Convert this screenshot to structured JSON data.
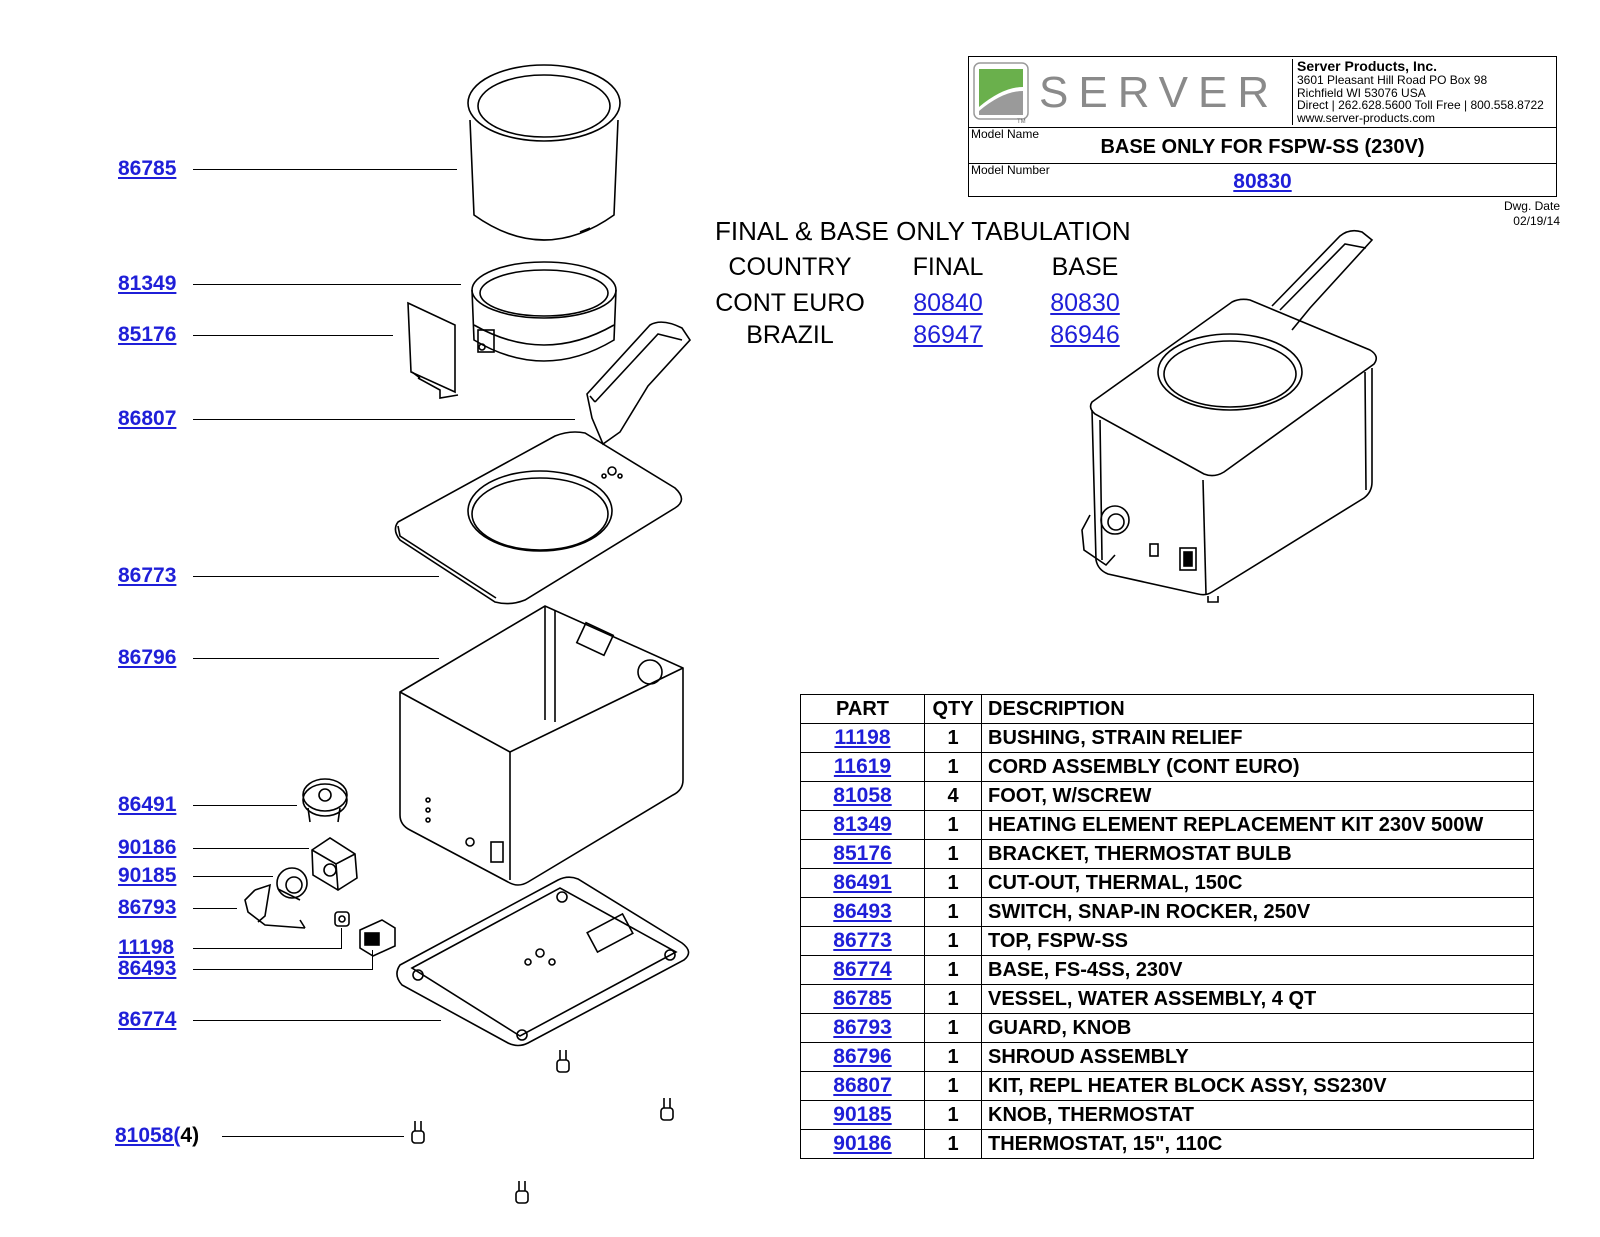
{
  "company": {
    "logo_text": "SERVER",
    "tm": "TM",
    "name": "Server Products, Inc.",
    "address1": "3601 Pleasant Hill Road PO Box 98",
    "address2": "Richfield WI 53076 USA",
    "phone": "Direct | 262.628.5600  Toll Free | 800.558.8722",
    "web": "www.server-products.com",
    "brand_green": "#6ab04c",
    "brand_gray": "#9a9a9a"
  },
  "model": {
    "name_label": "Model Name",
    "name": "BASE ONLY FOR FSPW-SS (230V)",
    "number_label": "Model Number",
    "number": "80830"
  },
  "dwg": {
    "label": "Dwg. Date",
    "date": "02/19/14"
  },
  "tabulation": {
    "title": "FINAL & BASE ONLY TABULATION",
    "headers": [
      "COUNTRY",
      "FINAL",
      "BASE"
    ],
    "rows": [
      {
        "country": "CONT EURO",
        "final": "80840",
        "base": "80830"
      },
      {
        "country": "BRAZIL",
        "final": "86947",
        "base": "86946"
      }
    ]
  },
  "callouts": [
    "86785",
    "81349",
    "85176",
    "86807",
    "86773",
    "86796",
    "86491",
    "90186",
    "90185",
    "86793",
    "11198",
    "86493",
    "86774",
    "81058("
  ],
  "callout_suffix": "4)",
  "parts_table": {
    "headers": [
      "PART",
      "QTY",
      "DESCRIPTION"
    ],
    "rows": [
      {
        "part": "11198",
        "qty": "1",
        "desc": "BUSHING, STRAIN RELIEF"
      },
      {
        "part": "11619",
        "qty": "1",
        "desc": "CORD ASSEMBLY (CONT EURO)"
      },
      {
        "part": "81058",
        "qty": "4",
        "desc": "FOOT, W/SCREW"
      },
      {
        "part": "81349",
        "qty": "1",
        "desc": "HEATING ELEMENT REPLACEMENT KIT 230V 500W"
      },
      {
        "part": "85176",
        "qty": "1",
        "desc": "BRACKET, THERMOSTAT BULB"
      },
      {
        "part": "86491",
        "qty": "1",
        "desc": "CUT-OUT, THERMAL, 150C"
      },
      {
        "part": "86493",
        "qty": "1",
        "desc": "SWITCH, SNAP-IN ROCKER, 250V"
      },
      {
        "part": "86773",
        "qty": "1",
        "desc": "TOP, FSPW-SS"
      },
      {
        "part": "86774",
        "qty": "1",
        "desc": "BASE, FS-4SS, 230V"
      },
      {
        "part": "86785",
        "qty": "1",
        "desc": "VESSEL, WATER ASSEMBLY, 4 QT"
      },
      {
        "part": "86793",
        "qty": "1",
        "desc": "GUARD, KNOB"
      },
      {
        "part": "86796",
        "qty": "1",
        "desc": "SHROUD ASSEMBLY"
      },
      {
        "part": "86807",
        "qty": "1",
        "desc": "KIT, REPL HEATER BLOCK ASSY, SS230V"
      },
      {
        "part": "90185",
        "qty": "1",
        "desc": "KNOB, THERMOSTAT"
      },
      {
        "part": "90186",
        "qty": "1",
        "desc": "THERMOSTAT, 15\", 110C"
      }
    ]
  }
}
